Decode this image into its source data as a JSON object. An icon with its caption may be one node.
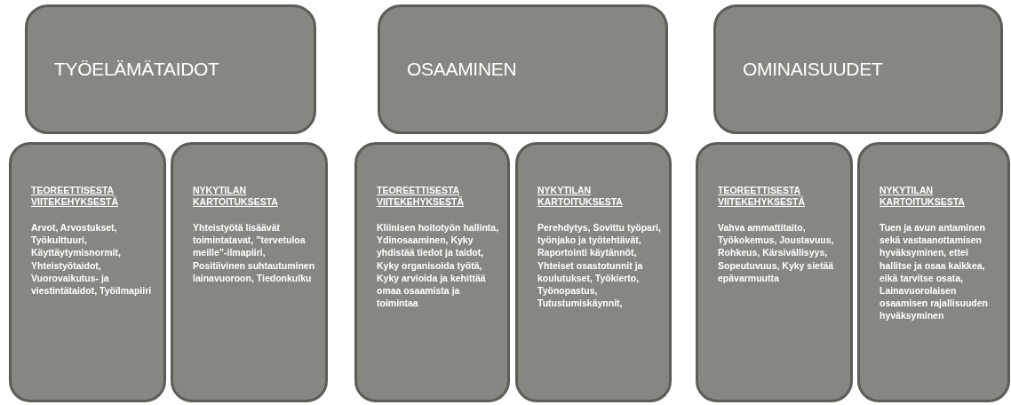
{
  "diagram": {
    "nodes": [
      {
        "text": [
          "TYÖELÄMÄTAIDOT"
        ]
      },
      {
        "text": [
          "OSAAMINEN"
        ]
      },
      {
        "text": [
          "OMINAISUUDET"
        ]
      },
      {
        "text": [
          "TEOREETTISESTA VIITEKEHYKSESTÄ",
          "Arvot, Arvostukset, Työkulttuuri, Käyttäytymisnormit, Yhteistyötaidot, Vuorovaikutus- ja viestintätaidot, Työilmapiiri"
        ]
      },
      {
        "text": [
          "NYKYTILAN KARTOITUKSESTA",
          "Yhteistyötä lisäävät toimintatavat, ”tervetuloa meille”-ilmapiiri, Positiivinen suhtautuminen lainavuoroon, Tiedonkulku"
        ]
      },
      {
        "text": [
          "TEOREETTISESTA VIITEKEHYKSESTÄ",
          "Kliinisen hoitotyön hallinta, Ydinosaaminen, Kyky yhdistää tiedot ja taidot, Kyky organisoida työtä, Kyky arvioida ja kehittää omaa osaamista ja toimintaa"
        ]
      },
      {
        "text": [
          "NYKYTILAN KARTOITUKSESTA",
          "Perehdytys, Sovittu työpari, työnjako ja työtehtävät, Raportointi käytännöt, Yhteiset osastotunnit ja koulutukset, Työkierto, Työnopastus, Tutustumiskäynnit,"
        ]
      },
      {
        "text": [
          "TEOREETTISESTA VIITEKEHYKSESTÄ",
          "Vahva ammattitaito, Työkokemus, Joustavuus, Rohkeus, Kärsivällisyys, Sopeutuvuus, Kyky sietää epävarmuutta"
        ]
      },
      {
        "text": [
          "NYKYTILAN KARTOITUKSESTA",
          "Tuen ja avun antaminen sekä vastaanottamisen hyväksyminen,  ettei hallitse ja osaa kaikkea, eikä tarvitse osata, Lainavuorolaisen osaamisen rajallisuuden hyväksyminen"
        ]
      }
    ]
  }
}
